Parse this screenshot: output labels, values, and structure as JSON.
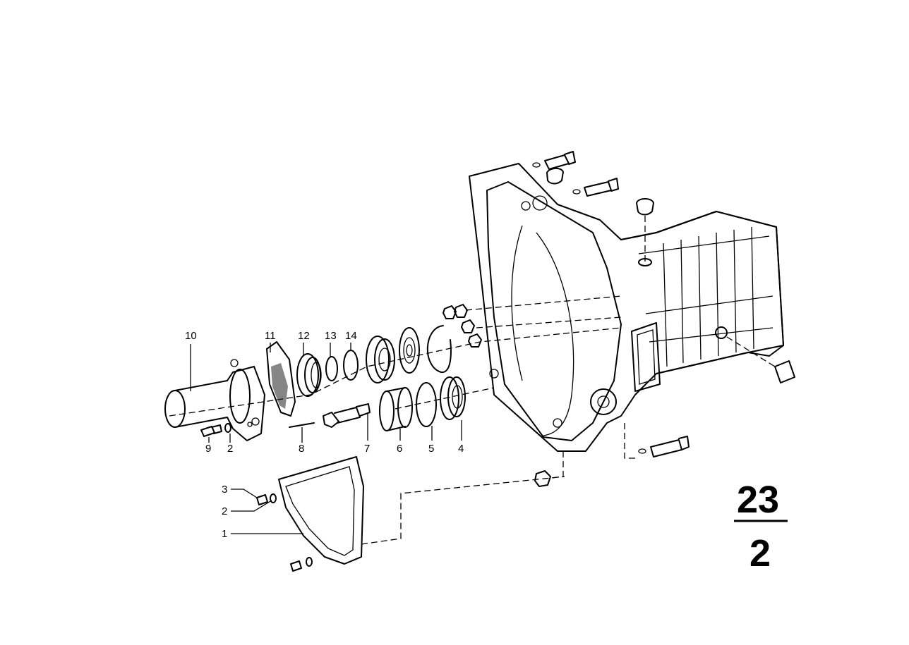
{
  "group": {
    "number": "23",
    "sub": "2"
  },
  "callouts": {
    "c10": "10",
    "c11": "11",
    "c12": "12",
    "c13": "13",
    "c14": "14",
    "c9": "9",
    "c2a": "2",
    "c8": "8",
    "c7": "7",
    "c6": "6",
    "c5": "5",
    "c4": "4",
    "c3": "3",
    "c2b": "2",
    "c1": "1"
  }
}
